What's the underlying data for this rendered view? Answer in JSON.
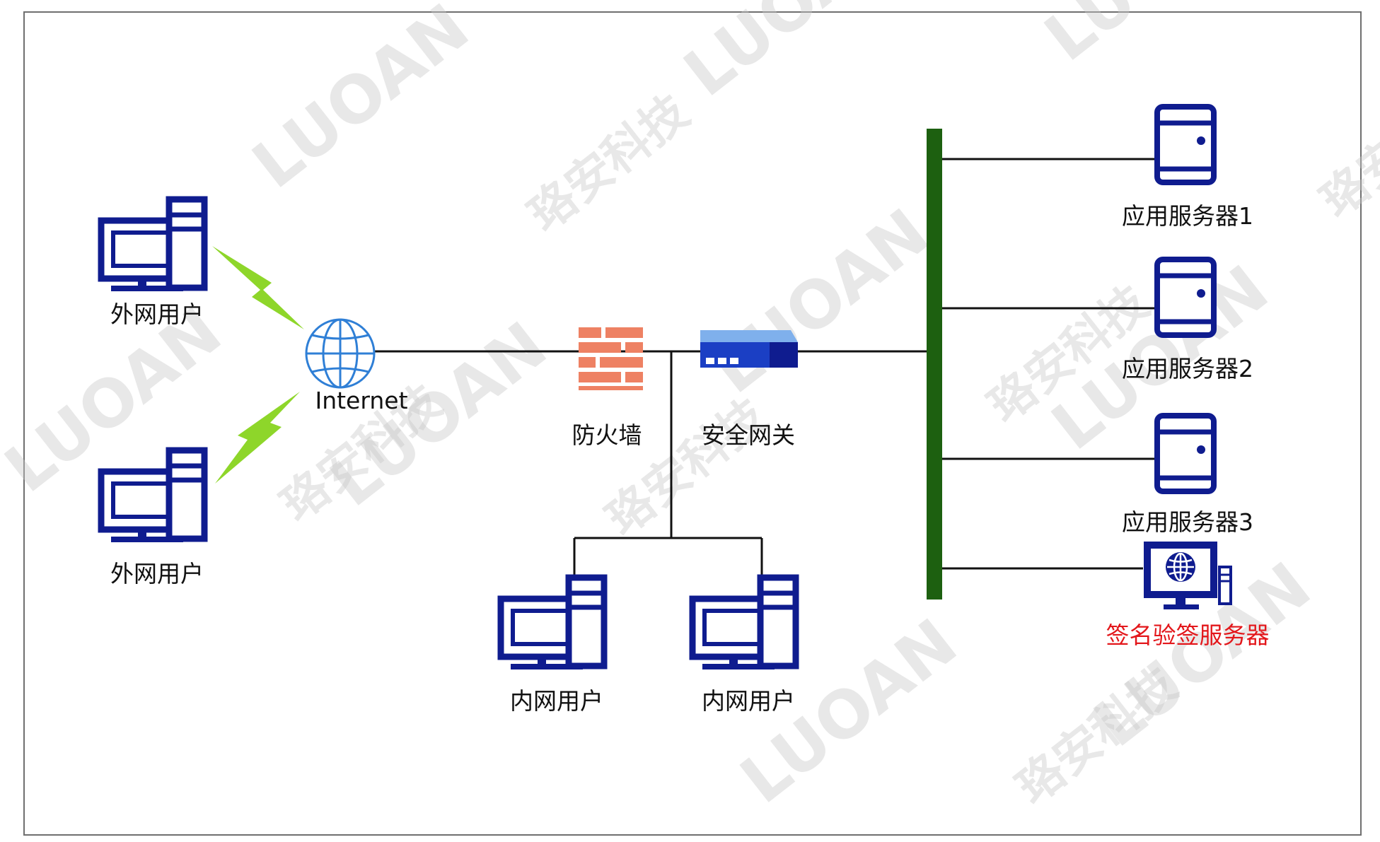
{
  "watermark": {
    "brand": "LUOAN",
    "brand_cn": "珞安科技"
  },
  "nodes": {
    "external_user_1": "外网用户",
    "external_user_2": "外网用户",
    "internet": "Internet",
    "firewall": "防火墙",
    "security_gateway": "安全网关",
    "internal_user_1": "内网用户",
    "internal_user_2": "内网用户",
    "app_server_1": "应用服务器1",
    "app_server_2": "应用服务器2",
    "app_server_3": "应用服务器3",
    "signature_server": "签名验签服务器"
  },
  "colors": {
    "device": "#0f1c8f",
    "globe": "#2f7fd6",
    "firewall": "#ee8163",
    "bus": "#1d6010",
    "lightning": "#8ed62a",
    "highlight_label": "#e3171b",
    "line": "#111111",
    "frame": "#6f6f6f"
  },
  "icons": {
    "computer": "desktop-computer-icon",
    "internet": "globe-icon",
    "firewall": "brick-wall-icon",
    "gateway": "network-gateway-icon",
    "server": "server-tower-icon",
    "signature_server": "monitor-globe-icon",
    "wireless": "lightning-bolt-icon"
  }
}
